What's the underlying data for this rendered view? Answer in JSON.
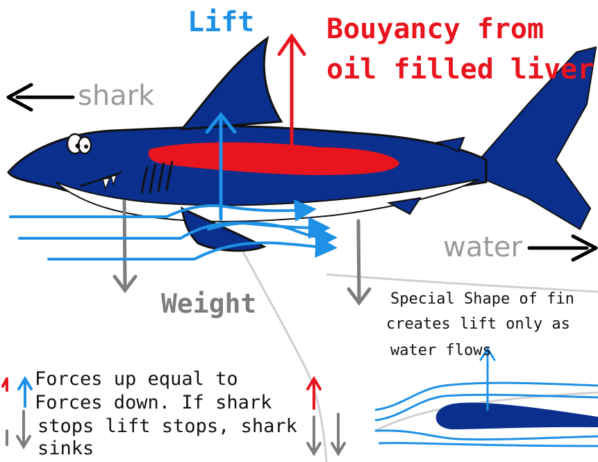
{
  "labels": {
    "lift": "Lift",
    "buoyancy_line1": "Bouyancy from",
    "buoyancy_line2": "oil filled liver",
    "shark": "shark",
    "water": "water",
    "weight": "Weight"
  },
  "fin_note": [
    "Special Shape of fin",
    "creates lift only as",
    "water  flows"
  ],
  "forces_note": [
    "Forces up equal to",
    "Forces down. If shark",
    "stops lift stops, shark",
    "sinks"
  ],
  "colors": {
    "shark_body": "#0a2f8c",
    "belly": "#ffffff",
    "liver": "#e8141e",
    "lift_arrow": "#1e90e6",
    "weight_arrow": "#7d7d7d",
    "water_flow": "#1e90e6",
    "direction_arrow": "#000000",
    "caption_gray": "#9a9a9a"
  }
}
